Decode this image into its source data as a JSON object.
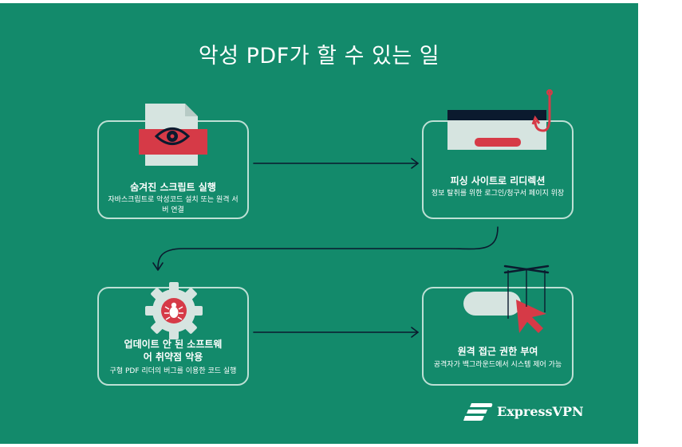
{
  "title": "악성 PDF가 할 수 있는 일",
  "steps": [
    {
      "title": "숨겨진 스크립트 실행",
      "description": "자바스크립트로 악성코드 설치 또는 원격 서버 연결",
      "icon": "eye-document-icon"
    },
    {
      "title": "피싱 사이트로 리디렉션",
      "description": "정보 탈취를 위한 로그인/청구서 페이지 위장",
      "icon": "fishhook-window-icon"
    },
    {
      "title": "업데이트 안 된 소프트웨어 취약점 악용",
      "description": "구형 PDF 리더의 버그를 이용한 코드 실행",
      "icon": "bug-gear-icon"
    },
    {
      "title": "원격 접근 권한 부여",
      "description": "공격자가 백그라운드에서 시스템 제어 가능",
      "icon": "puppet-cursor-icon"
    }
  ],
  "brand": {
    "name": "ExpressVPN"
  },
  "colors": {
    "background": "#138a6b",
    "accent": "#d63a47",
    "card_border": "#dceee8",
    "arrow": "#0b1a2e"
  }
}
